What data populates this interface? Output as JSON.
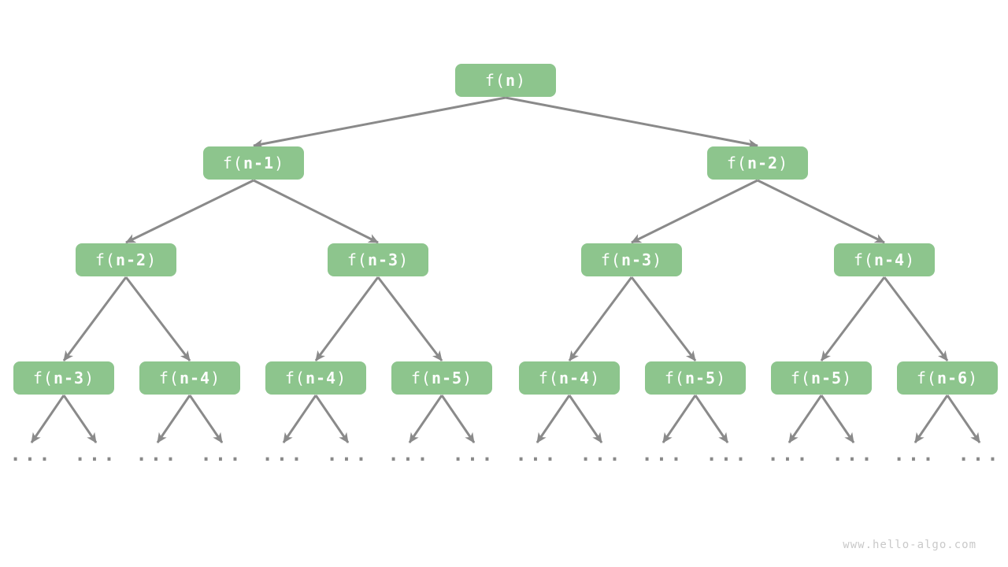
{
  "diagram": {
    "description": "recursion-tree",
    "watermark": "www.hello-algo.com",
    "ellipsis": "...",
    "colors": {
      "node_fill": "#8dc58d",
      "node_text": "#ffffff",
      "arrow": "#8a8a8a",
      "watermark": "#c9c9c9"
    },
    "nodes": [
      {
        "level": 1,
        "text": "f(n)",
        "pre": "f(",
        "mid": "n",
        "post": ")"
      },
      {
        "level": 2,
        "text": "f(n-1)",
        "pre": "f(",
        "mid": "n-1",
        "post": ")"
      },
      {
        "level": 2,
        "text": "f(n-2)",
        "pre": "f(",
        "mid": "n-2",
        "post": ")"
      },
      {
        "level": 3,
        "text": "f(n-2)",
        "pre": "f(",
        "mid": "n-2",
        "post": ")"
      },
      {
        "level": 3,
        "text": "f(n-3)",
        "pre": "f(",
        "mid": "n-3",
        "post": ")"
      },
      {
        "level": 3,
        "text": "f(n-3)",
        "pre": "f(",
        "mid": "n-3",
        "post": ")"
      },
      {
        "level": 3,
        "text": "f(n-4)",
        "pre": "f(",
        "mid": "n-4",
        "post": ")"
      },
      {
        "level": 4,
        "text": "f(n-3)",
        "pre": "f(",
        "mid": "n-3",
        "post": ")"
      },
      {
        "level": 4,
        "text": "f(n-4)",
        "pre": "f(",
        "mid": "n-4",
        "post": ")"
      },
      {
        "level": 4,
        "text": "f(n-4)",
        "pre": "f(",
        "mid": "n-4",
        "post": ")"
      },
      {
        "level": 4,
        "text": "f(n-5)",
        "pre": "f(",
        "mid": "n-5",
        "post": ")"
      },
      {
        "level": 4,
        "text": "f(n-4)",
        "pre": "f(",
        "mid": "n-4",
        "post": ")"
      },
      {
        "level": 4,
        "text": "f(n-5)",
        "pre": "f(",
        "mid": "n-5",
        "post": ")"
      },
      {
        "level": 4,
        "text": "f(n-5)",
        "pre": "f(",
        "mid": "n-5",
        "post": ")"
      },
      {
        "level": 4,
        "text": "f(n-6)",
        "pre": "f(",
        "mid": "n-6",
        "post": ")"
      }
    ]
  }
}
